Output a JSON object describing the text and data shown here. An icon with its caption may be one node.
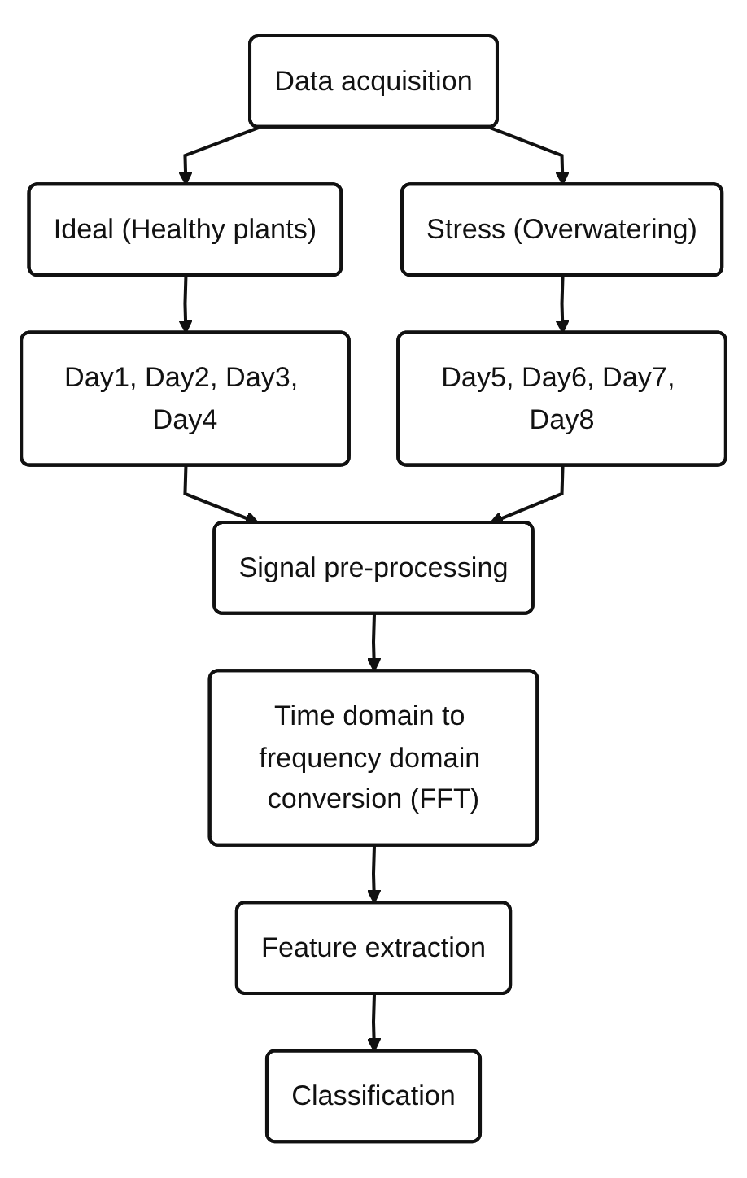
{
  "diagram": {
    "nodes": [
      {
        "text": [
          "Data acquisition"
        ]
      },
      {
        "text": [
          "Ideal (Healthy plants)"
        ]
      },
      {
        "text": [
          "Stress (Overwatering)"
        ]
      },
      {
        "text": [
          "Day1, Day2, Day3, Day4"
        ]
      },
      {
        "text": [
          "Day5, Day6, Day7, Day8"
        ]
      },
      {
        "text": [
          "Signal pre-processing"
        ]
      },
      {
        "text": [
          "Time domain to frequency domain conversion (FFT)"
        ]
      },
      {
        "text": [
          "Feature extraction"
        ]
      },
      {
        "text": [
          "Classification"
        ]
      }
    ],
    "edges": [
      {
        "from": 0,
        "to": 1,
        "arrow": "to"
      },
      {
        "from": 0,
        "to": 2,
        "arrow": "to"
      },
      {
        "from": 1,
        "to": 3,
        "arrow": "to"
      },
      {
        "from": 2,
        "to": 4,
        "arrow": "to"
      },
      {
        "from": 3,
        "to": 5,
        "arrow": "to"
      },
      {
        "from": 4,
        "to": 5,
        "arrow": "to"
      },
      {
        "from": 5,
        "to": 6,
        "arrow": "to"
      },
      {
        "from": 6,
        "to": 7,
        "arrow": "to"
      },
      {
        "from": 7,
        "to": 8,
        "arrow": "to"
      }
    ]
  }
}
